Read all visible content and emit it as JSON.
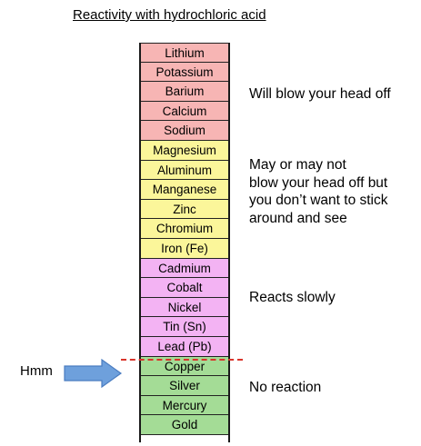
{
  "title": "Reactivity with hydrochloric acid",
  "metals": [
    {
      "name": "Lithium",
      "color": "#f7b5b4"
    },
    {
      "name": "Potassium",
      "color": "#f7b5b4"
    },
    {
      "name": "Barium",
      "color": "#f7b5b4"
    },
    {
      "name": "Calcium",
      "color": "#f7b5b4"
    },
    {
      "name": "Sodium",
      "color": "#f7b5b4"
    },
    {
      "name": "Magnesium",
      "color": "#fbf69a"
    },
    {
      "name": "Aluminum",
      "color": "#fbf69a"
    },
    {
      "name": "Manganese",
      "color": "#fbf69a"
    },
    {
      "name": "Zinc",
      "color": "#fbf69a"
    },
    {
      "name": "Chromium",
      "color": "#fbf69a"
    },
    {
      "name": "Iron (Fe)",
      "color": "#fbf69a"
    },
    {
      "name": "Cadmium",
      "color": "#f3b3f3"
    },
    {
      "name": "Cobalt",
      "color": "#f3b3f3"
    },
    {
      "name": "Nickel",
      "color": "#f3b3f3"
    },
    {
      "name": "Tin (Sn)",
      "color": "#f3b3f3"
    },
    {
      "name": "Lead (Pb)",
      "color": "#f3b3f3"
    },
    {
      "name": "Copper",
      "color": "#a4dc96"
    },
    {
      "name": "Silver",
      "color": "#a4dc96"
    },
    {
      "name": "Mercury",
      "color": "#a4dc96"
    },
    {
      "name": "Gold",
      "color": "#a4dc96"
    }
  ],
  "groups": {
    "very_reactive": "Will blow your head off",
    "reactive": [
      "May or may not",
      "blow your head off but",
      "you don’t want to stick",
      "around and see"
    ],
    "slow": "Reacts slowly",
    "none": "No reaction"
  },
  "pointer": {
    "label": "Hmm",
    "arrow_color": "#6ea0dc",
    "arrow_stroke": "#4a7cc0"
  },
  "divider_color": "#d9342b"
}
